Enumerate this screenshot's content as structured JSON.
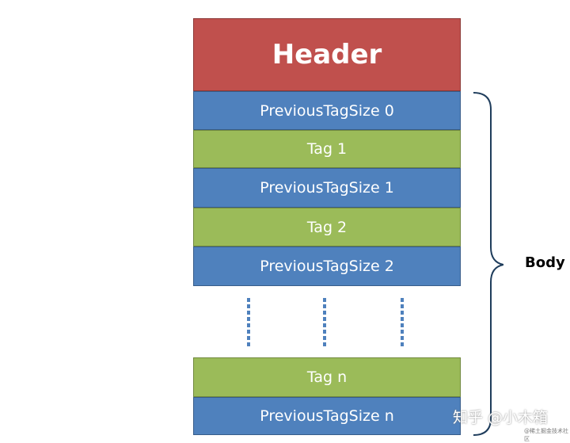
{
  "header": {
    "label": "Header"
  },
  "blocks": [
    {
      "label": "PreviousTagSize 0",
      "kind": "previous-tag-size"
    },
    {
      "label": "Tag 1",
      "kind": "tag"
    },
    {
      "label": "PreviousTagSize 1",
      "kind": "previous-tag-size"
    },
    {
      "label": "Tag 2",
      "kind": "tag"
    },
    {
      "label": "PreviousTagSize 2",
      "kind": "previous-tag-size"
    }
  ],
  "tail_blocks": [
    {
      "label": "Tag n",
      "kind": "tag"
    },
    {
      "label": "PreviousTagSize n",
      "kind": "previous-tag-size"
    }
  ],
  "brace": {
    "label": "Body"
  },
  "watermark": {
    "text": "知乎 @小木箱",
    "sub": "@稀土掘金技术社区"
  },
  "colors": {
    "header": "#c0504d",
    "previous_tag_size": "#4f81bd",
    "tag": "#9bbb59",
    "ellipsis": "#4f81bd"
  }
}
